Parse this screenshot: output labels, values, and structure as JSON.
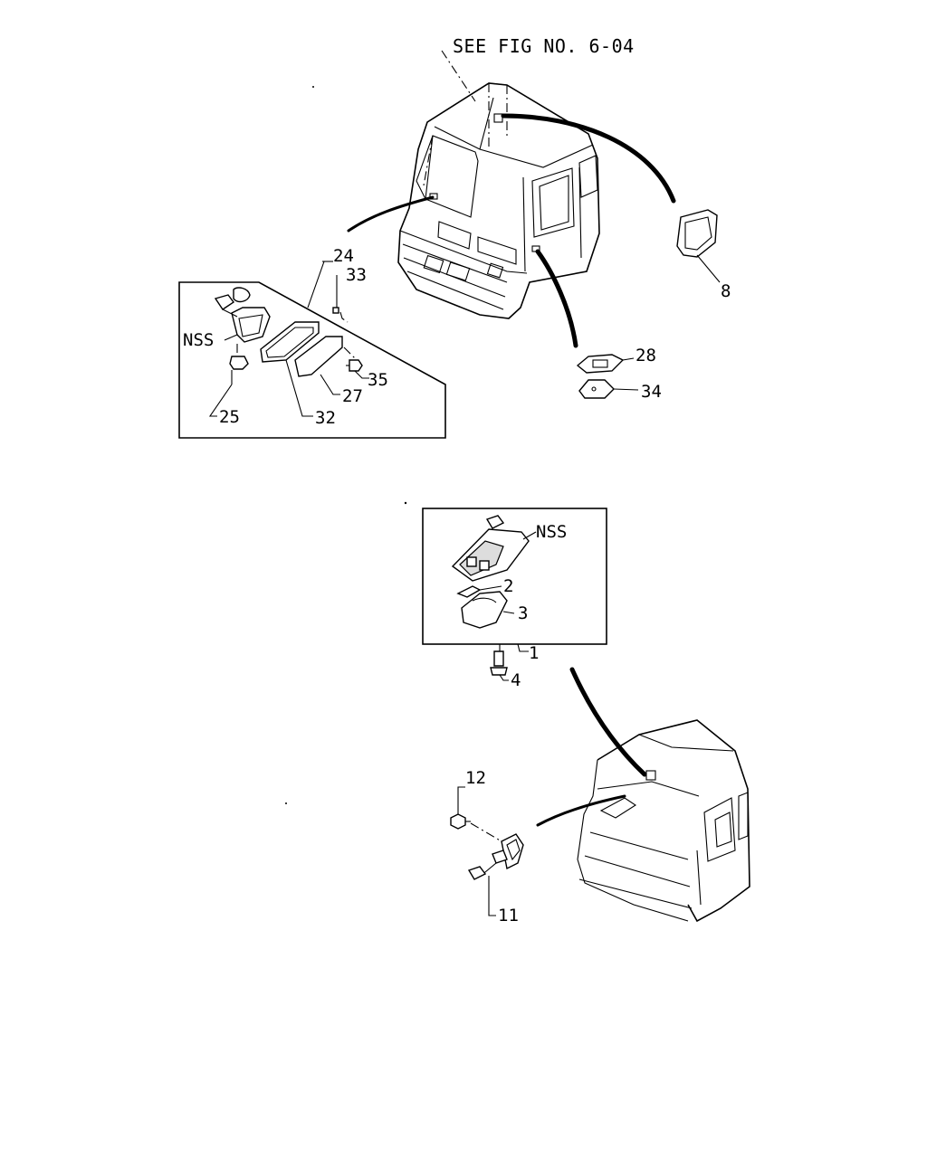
{
  "diagram": {
    "references": {
      "see_fig": "SEE FIG NO. 6-04"
    },
    "callouts": {
      "c24": "24",
      "c33": "33",
      "c8": "8",
      "nss_top": "NSS",
      "c35": "35",
      "c28": "28",
      "c34": "34",
      "c27": "27",
      "c25": "25",
      "c32": "32",
      "nss_mid": "NSS",
      "c2": "2",
      "c3": "3",
      "c1": "1",
      "c4": "4",
      "c12": "12",
      "c11": "11"
    }
  }
}
